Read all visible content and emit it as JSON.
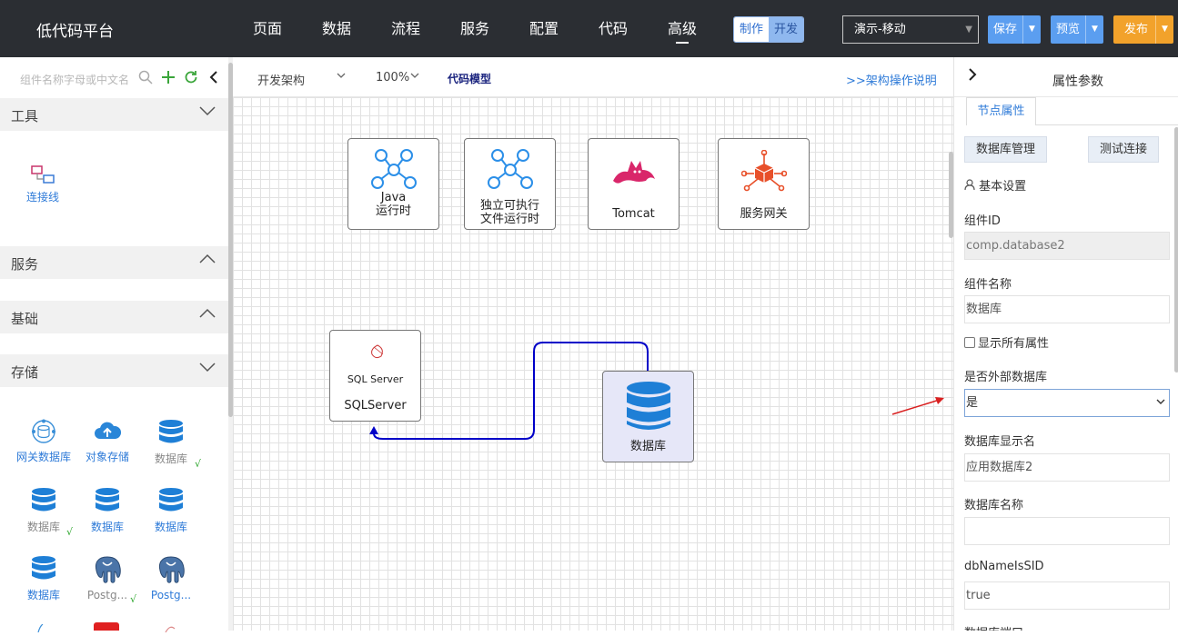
{
  "app": {
    "title": "低代码平台"
  },
  "nav": {
    "items": [
      "页面",
      "数据",
      "流程",
      "服务",
      "配置",
      "代码",
      "高级"
    ],
    "active": "高级"
  },
  "mode_toggle": {
    "make": "制作",
    "dev": "开发"
  },
  "env_select": {
    "value": "演示-移动"
  },
  "actions": {
    "save": "保存",
    "preview": "预览",
    "publish": "发布"
  },
  "sidebar": {
    "search_placeholder": "组件名称字母或中文名",
    "sections": {
      "tools": "工具",
      "service": "服务",
      "basic": "基础",
      "storage": "存储"
    },
    "tool_items": [
      {
        "label": "连接线",
        "icon": "connector-icon"
      }
    ],
    "storage_items": [
      {
        "label": "网关数据库",
        "icon": "gateway-db-icon",
        "checked": false
      },
      {
        "label": "对象存储",
        "icon": "cloud-upload-icon",
        "checked": false
      },
      {
        "label": "数据库",
        "icon": "database-icon",
        "checked": true
      },
      {
        "label": "数据库",
        "icon": "database-icon",
        "checked": true
      },
      {
        "label": "数据库",
        "icon": "database-icon",
        "checked": false
      },
      {
        "label": "数据库",
        "icon": "database-icon",
        "checked": false
      },
      {
        "label": "数据库",
        "icon": "database-icon",
        "checked": false
      },
      {
        "label": "Postg...",
        "icon": "postgresql-icon",
        "checked": true
      },
      {
        "label": "Postg...",
        "icon": "postgresql-icon",
        "checked": false
      }
    ],
    "check_mark": "√"
  },
  "canvas_toolbar": {
    "arch": "开发架构",
    "zoom": "100%",
    "model": "代码模型",
    "help_link": ">>架构操作说明"
  },
  "canvas": {
    "nodes": [
      {
        "id": "java",
        "label1": "Java",
        "label2": "运行时",
        "icon": "network-nodes-icon"
      },
      {
        "id": "exe",
        "label1": "独立可执行",
        "label2": "文件运行时",
        "icon": "network-nodes-icon"
      },
      {
        "id": "tomcat",
        "label1": "Tomcat",
        "label2": "",
        "icon": "tomcat-icon"
      },
      {
        "id": "gateway",
        "label1": "服务网关",
        "label2": "",
        "icon": "service-gateway-icon"
      },
      {
        "id": "sqlserver",
        "label1": "SQLServer",
        "label2": "",
        "icon": "sqlserver-logo-icon",
        "logo_text": "SQL Server"
      },
      {
        "id": "database",
        "label1": "数据库",
        "label2": "",
        "icon": "database-icon",
        "selected": true
      }
    ]
  },
  "panel": {
    "title": "属性参数",
    "tab": "节点属性",
    "db_manage_btn": "数据库管理",
    "test_conn_btn": "测试连接",
    "basic_settings": "基本设置",
    "fields": {
      "component_id_label": "组件ID",
      "component_id_value": "comp.database2",
      "component_name_label": "组件名称",
      "component_name_value": "数据库",
      "show_all_label": "显示所有属性",
      "external_db_label": "是否外部数据库",
      "external_db_value": "是",
      "display_name_label": "数据库显示名",
      "display_name_value": "应用数据库2",
      "db_name_label": "数据库名称",
      "db_name_value": "",
      "sid_label": "dbNameIsSID",
      "sid_value": "true",
      "port_label": "数据库端口"
    }
  },
  "colors": {
    "topbar": "#2b2e33",
    "accent_blue": "#5b9ef0",
    "publish_orange": "#f2a22b",
    "link_blue": "#2f7bd8",
    "connector_line": "#0000c8",
    "annotation_arrow": "#d92020"
  }
}
